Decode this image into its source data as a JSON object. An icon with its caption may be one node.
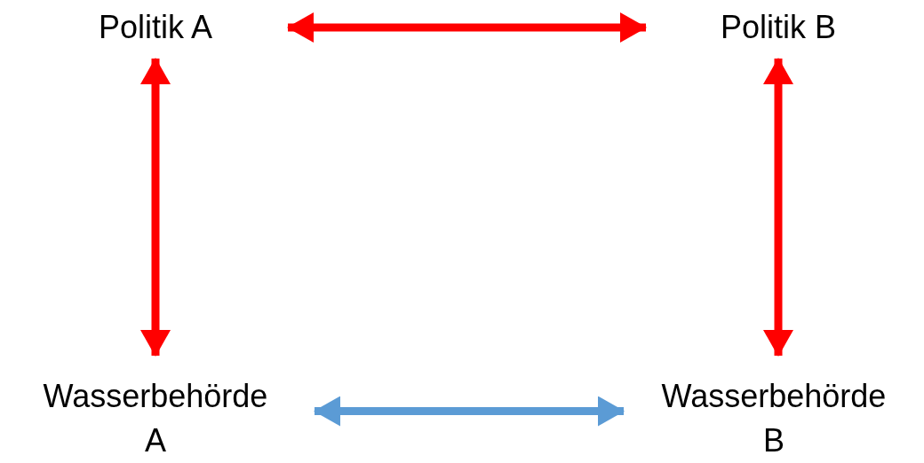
{
  "diagram": {
    "nodes": [
      {
        "text": [
          "Politik A"
        ]
      },
      {
        "text": [
          "Politik B"
        ]
      },
      {
        "text": [
          "Wasserbehörde A"
        ]
      },
      {
        "text": [
          "Wasserbehörde B"
        ]
      }
    ],
    "edges": [
      {
        "from": 0,
        "to": 1,
        "arrow": "both"
      },
      {
        "from": 0,
        "to": 2,
        "arrow": "both"
      },
      {
        "from": 1,
        "to": 3,
        "arrow": "both"
      },
      {
        "from": 2,
        "to": 3,
        "arrow": "both",
        "color": "#5b9bd5"
      }
    ]
  }
}
